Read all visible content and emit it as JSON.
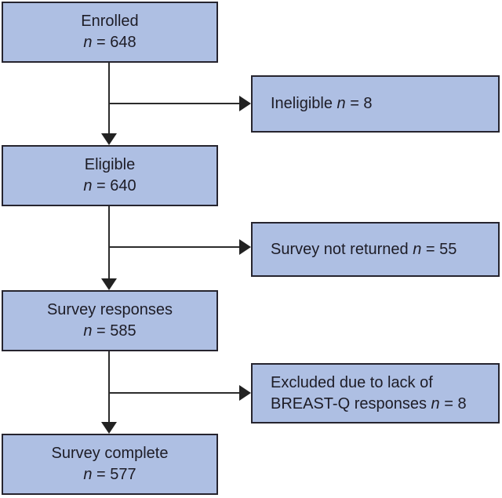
{
  "diagram": {
    "type": "flowchart",
    "background_color": "#ffffff",
    "box_fill_color": "#aebfe3",
    "box_border_color": "#26242e",
    "arrow_color": "#2c2c2c",
    "text_color": "#1d1c26",
    "main_boxes": [
      {
        "title": "Enrolled",
        "n_label": "n",
        "n_value": " = 648"
      },
      {
        "title": "Eligible",
        "n_label": "n",
        "n_value": " = 640"
      },
      {
        "title": "Survey responses",
        "n_label": "n",
        "n_value": " = 585"
      },
      {
        "title": "Survey complete",
        "n_label": "n",
        "n_value": " = 577"
      }
    ],
    "side_boxes": [
      {
        "pre": "Ineligible ",
        "n_label": "n",
        "post": " = 8"
      },
      {
        "pre": "Survey not returned ",
        "n_label": "n",
        "post": " = 55"
      },
      {
        "line1": "Excluded due to lack of",
        "pre": "BREAST-Q responses ",
        "n_label": "n",
        "post": " = 8"
      }
    ]
  }
}
